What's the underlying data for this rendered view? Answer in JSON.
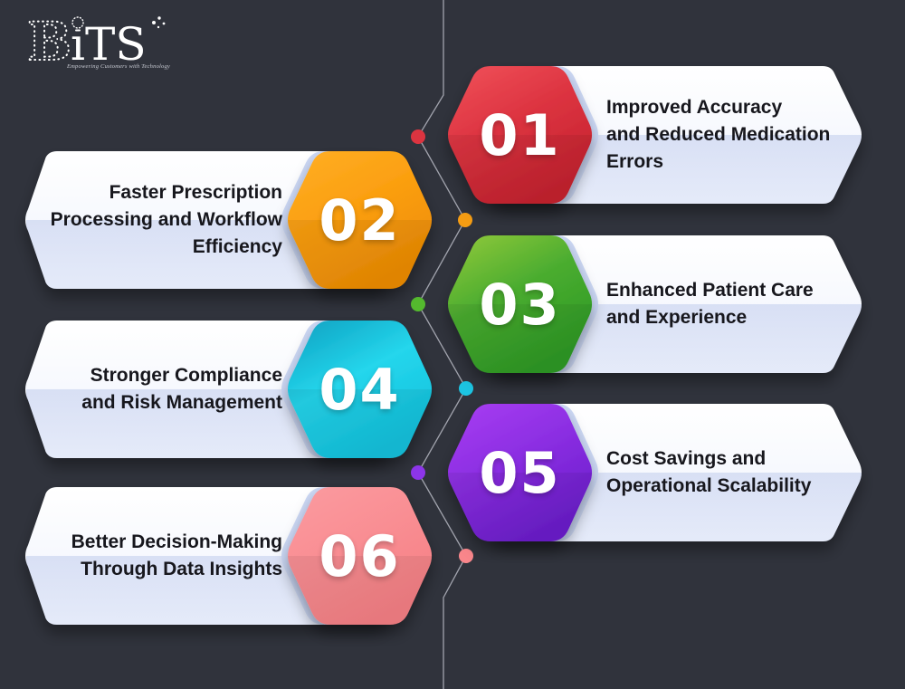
{
  "background": "#30333c",
  "logo": {
    "brand_b": "B",
    "brand_rest": "ıTS",
    "tagline": "Empowering Customers with Technology"
  },
  "banner": {
    "g1": "#ffffff",
    "g2": "#eef2fc"
  },
  "connector": {
    "line_color": "#b6b9c2"
  },
  "items": [
    {
      "number": "01",
      "label": "Improved Accuracy\nand Reduced Medication\nErrors",
      "hex": {
        "g1": "#f1515a",
        "g2": "#dc3340",
        "g3": "#c6232f"
      },
      "dot": "#dc3440"
    },
    {
      "number": "02",
      "label": "Faster Prescription\nProcessing and Workflow\nEfficiency",
      "hex": {
        "g1": "#ffaf26",
        "g2": "#fb9f10",
        "g3": "#ef8d03"
      },
      "dot": "#f59d13"
    },
    {
      "number": "03",
      "label": "Enhanced Patient Care\nand Experience",
      "hex": {
        "g1": "#93ca3b",
        "g2": "#4aac2f",
        "g3": "#2e9a26"
      },
      "dot": "#54b92e"
    },
    {
      "number": "04",
      "label": "Stronger Compliance\nand Risk Management",
      "hex": {
        "g1": "#0d9fc0",
        "g2": "#25d6ec",
        "g3": "#12c2de"
      },
      "dot": "#1cc4e2"
    },
    {
      "number": "05",
      "label": "Cost Savings and\nOperational Scalability",
      "hex": {
        "g1": "#a93ef3",
        "g2": "#8b2ee2",
        "g3": "#6c1ecd"
      },
      "dot": "#8d35ea"
    },
    {
      "number": "06",
      "label": "Better Decision-Making\nThrough Data Insights",
      "hex": {
        "g1": "#fb9ba0",
        "g2": "#f98e93",
        "g3": "#f68085"
      },
      "dot": "#f9868b"
    }
  ]
}
